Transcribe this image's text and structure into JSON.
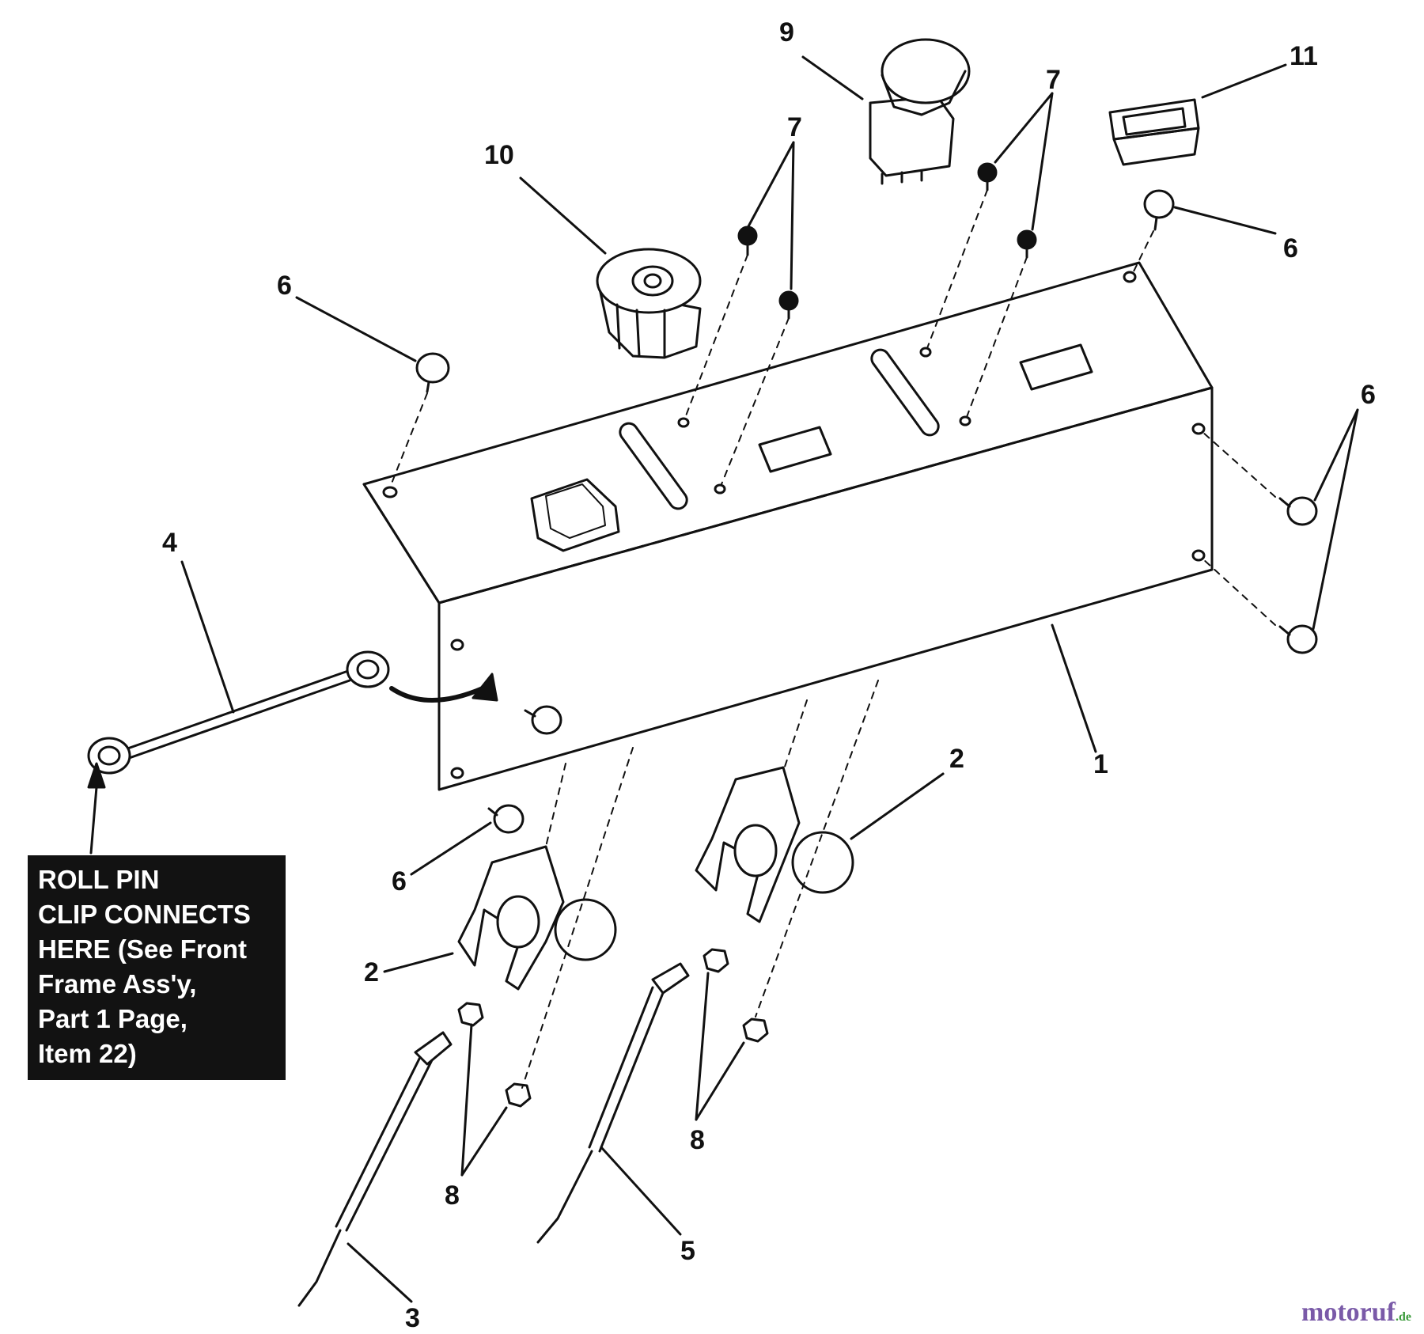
{
  "callouts": {
    "c1": "1",
    "c2a": "2",
    "c2b": "2",
    "c3": "3",
    "c4": "4",
    "c5": "5",
    "c6a": "6",
    "c6b": "6",
    "c6c": "6",
    "c6d": "6",
    "c7a": "7",
    "c7b": "7",
    "c8a": "8",
    "c8b": "8",
    "c9": "9",
    "c10": "10",
    "c11": "11"
  },
  "note": {
    "text": "ROLL PIN\nCLIP CONNECTS\nHERE (See Front\nFrame Ass'y,\nPart 1 Page,\nItem 22)"
  },
  "watermark": {
    "main": "motoruf",
    "tld": ".de"
  }
}
